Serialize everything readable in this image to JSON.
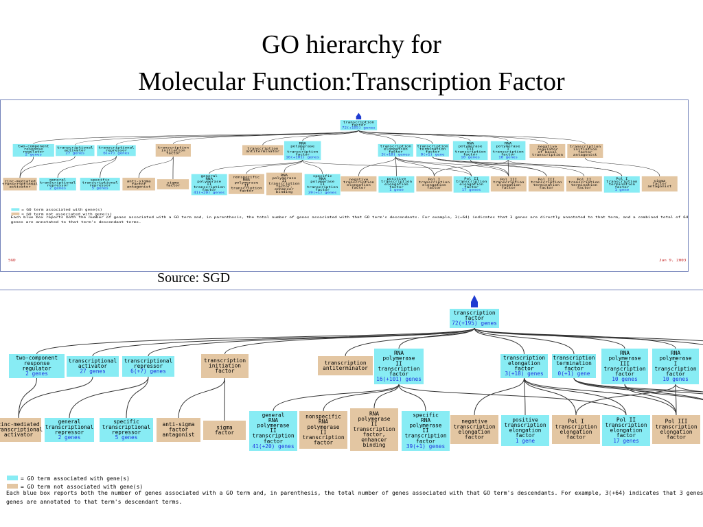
{
  "title": {
    "line1": "GO hierarchy for",
    "line2": "Molecular Function:Transcription Factor"
  },
  "source": "Source: SGD",
  "colors": {
    "assoc": "#88ecf4",
    "nonassoc": "#e3c6a2",
    "count": "#1f34e0",
    "line": "#333333",
    "footer": "#c01010"
  },
  "legend": {
    "assoc": "= GO term associated with gene(s)",
    "nonassoc": "= GO term not associated with gene(s)"
  },
  "description": {
    "line1": "Each blue box reports both the number of genes associated with a GO term and, in parenthesis, the total number of genes associated with that GO term's descendants. For example, 3(+64) indicates that 3 genes are directly annotated to that term, and a combined total of 64",
    "line2": "genes are annotated to that term's descendant terms."
  },
  "footer": {
    "left": "SGD",
    "right": "Jan 9, 2003"
  },
  "nodes": [
    {
      "id": "tf",
      "lines": [
        "transcription",
        "factor"
      ],
      "count": "72(+195) genes",
      "assoc": true
    },
    {
      "id": "tcrr",
      "lines": [
        "two-component",
        "response",
        "regulator"
      ],
      "count": "2 genes",
      "assoc": true
    },
    {
      "id": "ta",
      "lines": [
        "transcriptional",
        "activator"
      ],
      "count": "27 genes",
      "assoc": true
    },
    {
      "id": "tr",
      "lines": [
        "transcriptional",
        "repressor"
      ],
      "count": "6(+7) genes",
      "assoc": true
    },
    {
      "id": "tif",
      "lines": [
        "transcription",
        "initiation",
        "factor"
      ],
      "count": "",
      "assoc": false
    },
    {
      "id": "tanti",
      "lines": [
        "transcription",
        "antiterminator"
      ],
      "count": "",
      "assoc": false
    },
    {
      "id": "rp2tf",
      "lines": [
        "RNA",
        "polymerase",
        "II",
        "transcription",
        "factor"
      ],
      "count": "16(+101) genes",
      "assoc": true
    },
    {
      "id": "tef",
      "lines": [
        "transcription",
        "elongation",
        "factor"
      ],
      "count": "3(+18) genes",
      "assoc": true
    },
    {
      "id": "ttf",
      "lines": [
        "transcription",
        "termination",
        "factor"
      ],
      "count": "0(+1) gene",
      "assoc": true
    },
    {
      "id": "rp3tf",
      "lines": [
        "RNA",
        "polymerase",
        "III",
        "transcription",
        "factor"
      ],
      "count": "10 genes",
      "assoc": true
    },
    {
      "id": "rp1tf",
      "lines": [
        "RNA",
        "polymerase",
        "I",
        "transcription",
        "factor"
      ],
      "count": "10 genes",
      "assoc": true
    },
    {
      "id": "nrbt",
      "lines": [
        "negative",
        "regulator",
        "of basal",
        "transcription"
      ],
      "count": "",
      "assoc": false
    },
    {
      "id": "tifa",
      "lines": [
        "transcription",
        "initiation",
        "factor",
        "antagonist"
      ],
      "count": "",
      "assoc": false
    },
    {
      "id": "znta",
      "lines": [
        "zinc-mediated",
        "transcriptional",
        "activator"
      ],
      "count": "",
      "assoc": false
    },
    {
      "id": "gtr",
      "lines": [
        "general",
        "transcriptional",
        "repressor"
      ],
      "count": "2 genes",
      "assoc": true
    },
    {
      "id": "str",
      "lines": [
        "specific",
        "transcriptional",
        "repressor"
      ],
      "count": "5 genes",
      "assoc": true
    },
    {
      "id": "asfa",
      "lines": [
        "anti-sigma",
        "factor",
        "antagonist"
      ],
      "count": "",
      "assoc": false
    },
    {
      "id": "sf",
      "lines": [
        "sigma",
        "factor"
      ],
      "count": "",
      "assoc": false
    },
    {
      "id": "grp2",
      "lines": [
        "general",
        "RNA",
        "polymerase",
        "II",
        "transcription",
        "factor"
      ],
      "count": "41(+20) genes",
      "assoc": true
    },
    {
      "id": "nsrp2",
      "lines": [
        "nonspecific",
        "RNA",
        "polymerase",
        "II",
        "transcription",
        "factor"
      ],
      "count": "",
      "assoc": false
    },
    {
      "id": "rp2enh",
      "lines": [
        "RNA",
        "polymerase",
        "II",
        "transcription",
        "factor,",
        "enhancer",
        "binding"
      ],
      "count": "",
      "assoc": false
    },
    {
      "id": "srp2",
      "lines": [
        "specific",
        "RNA",
        "polymerase",
        "II",
        "transcription",
        "factor"
      ],
      "count": "39(+1) genes",
      "assoc": true
    },
    {
      "id": "ntef",
      "lines": [
        "negative",
        "transcription",
        "elongation",
        "factor"
      ],
      "count": "",
      "assoc": false
    },
    {
      "id": "ptef",
      "lines": [
        "positive",
        "transcription",
        "elongation",
        "factor"
      ],
      "count": "1 gene",
      "assoc": true
    },
    {
      "id": "p1tef",
      "lines": [
        "Pol I",
        "transcription",
        "elongation",
        "factor"
      ],
      "count": "",
      "assoc": false
    },
    {
      "id": "p2tef",
      "lines": [
        "Pol II",
        "transcription",
        "elongation",
        "factor"
      ],
      "count": "17 genes",
      "assoc": true
    },
    {
      "id": "p3tef",
      "lines": [
        "Pol III",
        "transcription",
        "elongation",
        "factor"
      ],
      "count": "",
      "assoc": false
    },
    {
      "id": "p3ttf",
      "lines": [
        "Pol III",
        "transcription",
        "termination",
        "factor"
      ],
      "count": "",
      "assoc": false
    },
    {
      "id": "p2ttf",
      "lines": [
        "Pol II",
        "transcription",
        "termination",
        "factor"
      ],
      "count": "",
      "assoc": false
    },
    {
      "id": "p1ttf",
      "lines": [
        "Pol I",
        "transcription",
        "termination",
        "factor"
      ],
      "count": "1 gene",
      "assoc": true
    },
    {
      "id": "sfa",
      "lines": [
        "sigma",
        "factor",
        "antagonist"
      ],
      "count": "",
      "assoc": false
    }
  ],
  "edges": [
    [
      "tf",
      "tcrr"
    ],
    [
      "tf",
      "ta"
    ],
    [
      "tf",
      "tr"
    ],
    [
      "tf",
      "tif"
    ],
    [
      "tf",
      "tanti"
    ],
    [
      "tf",
      "rp2tf"
    ],
    [
      "tf",
      "tef"
    ],
    [
      "tf",
      "ttf"
    ],
    [
      "tf",
      "rp3tf"
    ],
    [
      "tf",
      "rp1tf"
    ],
    [
      "tf",
      "nrbt"
    ],
    [
      "tf",
      "tifa"
    ],
    [
      "tcrr",
      "znta"
    ],
    [
      "ta",
      "znta"
    ],
    [
      "tr",
      "gtr"
    ],
    [
      "tr",
      "str"
    ],
    [
      "tif",
      "asfa"
    ],
    [
      "tif",
      "sf"
    ],
    [
      "rp2tf",
      "grp2"
    ],
    [
      "rp2tf",
      "nsrp2"
    ],
    [
      "rp2tf",
      "rp2enh"
    ],
    [
      "rp2tf",
      "srp2"
    ],
    [
      "tef",
      "ntef"
    ],
    [
      "tef",
      "ptef"
    ],
    [
      "tef",
      "p1tef"
    ],
    [
      "tef",
      "p2tef"
    ],
    [
      "tef",
      "p3tef"
    ],
    [
      "ttf",
      "p3ttf"
    ],
    [
      "ttf",
      "p2ttf"
    ],
    [
      "ttf",
      "p1ttf"
    ],
    [
      "rp3tf",
      "p3tef"
    ],
    [
      "rp3tf",
      "p3ttf"
    ],
    [
      "rp1tf",
      "p1tef"
    ],
    [
      "rp1tf",
      "p1ttf"
    ],
    [
      "rp2tf",
      "p2tef"
    ],
    [
      "rp1tf",
      "p3tef"
    ],
    [
      "tifa",
      "sfa"
    ]
  ]
}
